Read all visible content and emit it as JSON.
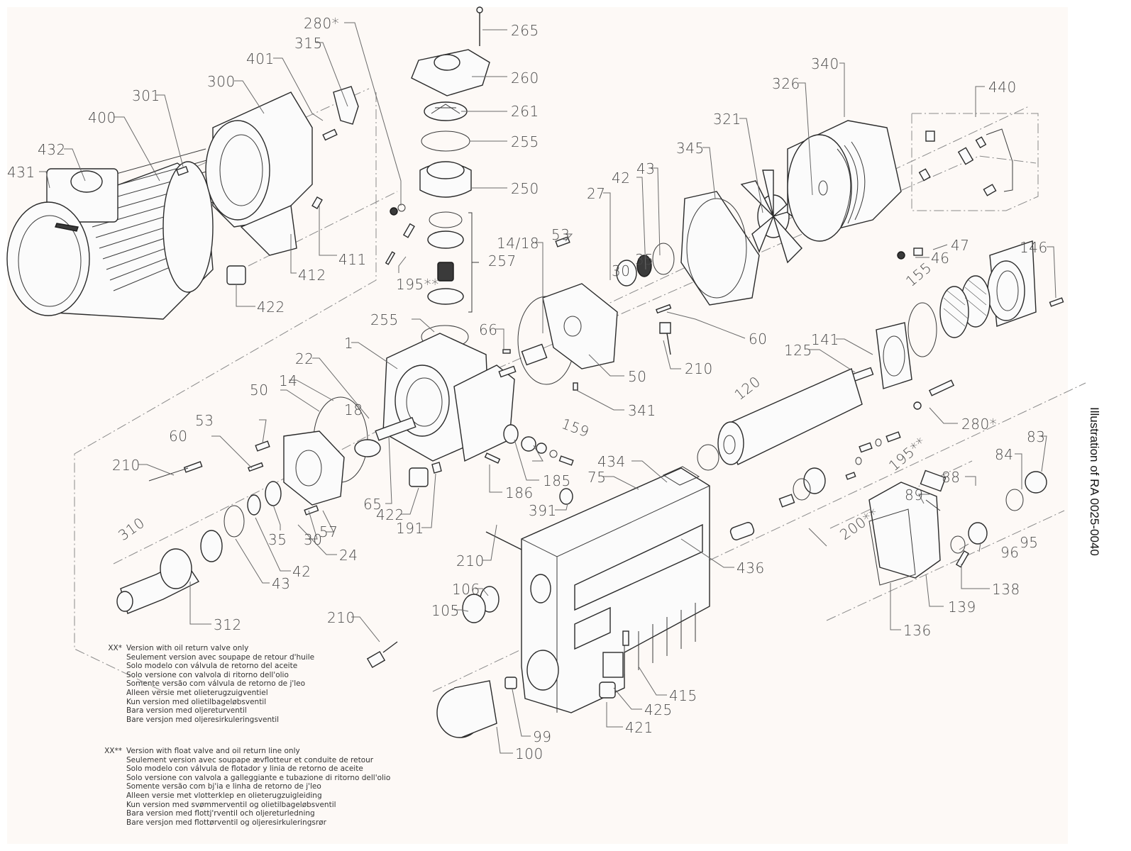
{
  "caption": "Illustration of RA 0025-0040",
  "callouts": [
    {
      "id": "c280a",
      "text": "280*"
    },
    {
      "id": "c265",
      "text": "265"
    },
    {
      "id": "c260",
      "text": "260"
    },
    {
      "id": "c261",
      "text": "261"
    },
    {
      "id": "c255a",
      "text": "255"
    },
    {
      "id": "c250",
      "text": "250"
    },
    {
      "id": "c257",
      "text": "257"
    },
    {
      "id": "c195a",
      "text": "195**"
    },
    {
      "id": "c315",
      "text": "315"
    },
    {
      "id": "c401",
      "text": "401"
    },
    {
      "id": "c300",
      "text": "300"
    },
    {
      "id": "c301",
      "text": "301"
    },
    {
      "id": "c400",
      "text": "400"
    },
    {
      "id": "c432",
      "text": "432"
    },
    {
      "id": "c431",
      "text": "431"
    },
    {
      "id": "c411",
      "text": "411"
    },
    {
      "id": "c412",
      "text": "412"
    },
    {
      "id": "c422a",
      "text": "422"
    },
    {
      "id": "c340",
      "text": "340"
    },
    {
      "id": "c326",
      "text": "326"
    },
    {
      "id": "c440",
      "text": "440"
    },
    {
      "id": "c321",
      "text": "321"
    },
    {
      "id": "c345",
      "text": "345"
    },
    {
      "id": "c43a",
      "text": "43"
    },
    {
      "id": "c42a",
      "text": "42"
    },
    {
      "id": "c27",
      "text": "27"
    },
    {
      "id": "c35a",
      "text": "35"
    },
    {
      "id": "c30a",
      "text": "30"
    },
    {
      "id": "c47",
      "text": "47"
    },
    {
      "id": "c46",
      "text": "46"
    },
    {
      "id": "c146",
      "text": "146"
    },
    {
      "id": "c155",
      "text": "155"
    },
    {
      "id": "c53a",
      "text": "53"
    },
    {
      "id": "c1418",
      "text": "14/18"
    },
    {
      "id": "c60a",
      "text": "60"
    },
    {
      "id": "c210a",
      "text": "210"
    },
    {
      "id": "c50a",
      "text": "50"
    },
    {
      "id": "c341",
      "text": "341"
    },
    {
      "id": "c141",
      "text": "141"
    },
    {
      "id": "c125",
      "text": "125"
    },
    {
      "id": "c120",
      "text": "120"
    },
    {
      "id": "c280b",
      "text": "280*"
    },
    {
      "id": "c255b",
      "text": "255"
    },
    {
      "id": "c66",
      "text": "66"
    },
    {
      "id": "c1",
      "text": "1"
    },
    {
      "id": "c22",
      "text": "22"
    },
    {
      "id": "c14",
      "text": "14"
    },
    {
      "id": "c18",
      "text": "18"
    },
    {
      "id": "c50b",
      "text": "50"
    },
    {
      "id": "c53b",
      "text": "53"
    },
    {
      "id": "c60b",
      "text": "60"
    },
    {
      "id": "c210b",
      "text": "210"
    },
    {
      "id": "c159",
      "text": "159"
    },
    {
      "id": "c185",
      "text": "185"
    },
    {
      "id": "c186",
      "text": "186"
    },
    {
      "id": "c65",
      "text": "65"
    },
    {
      "id": "c422b",
      "text": "422"
    },
    {
      "id": "c191",
      "text": "191"
    },
    {
      "id": "c391",
      "text": "391"
    },
    {
      "id": "c434",
      "text": "434"
    },
    {
      "id": "c75",
      "text": "75"
    },
    {
      "id": "c195b",
      "text": "195**"
    },
    {
      "id": "c83",
      "text": "83"
    },
    {
      "id": "c84",
      "text": "84"
    },
    {
      "id": "c88",
      "text": "88"
    },
    {
      "id": "c89",
      "text": "89"
    },
    {
      "id": "c200",
      "text": "200**"
    },
    {
      "id": "c95",
      "text": "95"
    },
    {
      "id": "c96",
      "text": "96"
    },
    {
      "id": "c138",
      "text": "138"
    },
    {
      "id": "c139",
      "text": "139"
    },
    {
      "id": "c136",
      "text": "136"
    },
    {
      "id": "c436",
      "text": "436"
    },
    {
      "id": "c310",
      "text": "310"
    },
    {
      "id": "c57",
      "text": "57"
    },
    {
      "id": "c30b",
      "text": "30"
    },
    {
      "id": "c35b",
      "text": "35"
    },
    {
      "id": "c24",
      "text": "24"
    },
    {
      "id": "c42b",
      "text": "42"
    },
    {
      "id": "c43b",
      "text": "43"
    },
    {
      "id": "c312",
      "text": "312"
    },
    {
      "id": "c210c",
      "text": "210"
    },
    {
      "id": "c106",
      "text": "106"
    },
    {
      "id": "c105",
      "text": "105"
    },
    {
      "id": "c210d",
      "text": "210"
    },
    {
      "id": "c415",
      "text": "415"
    },
    {
      "id": "c425",
      "text": "425"
    },
    {
      "id": "c421",
      "text": "421"
    },
    {
      "id": "c99",
      "text": "99"
    },
    {
      "id": "c100",
      "text": "100"
    }
  ],
  "notes": [
    {
      "mark": "XX*",
      "lines": [
        "Version with oil return valve only",
        "Seulement version avec soupape de retour d'huile",
        "Solo modelo con válvula de retorno del aceite",
        "Solo versione con valvola di ritorno dell'olio",
        "Somente versão com válvula de retorno de j'leo",
        "Alleen versie met olieterugzuigventiel",
        "Kun version med olietilbageløbsventil",
        "Bara version med oljereturventil",
        "Bare versjon med oljeresirkuleringsventil"
      ]
    },
    {
      "mark": "XX**",
      "lines": [
        "Version with float valve and oil return line only",
        "Seulement version avec soupape ævflotteur et conduite de retour",
        "Solo modelo con válvula de flotador y linia de retorno de aceite",
        "Solo versione con valvola a galleggiante e tubazione di ritorno dell'olio",
        "Somente versão com bj'ia e linha de retorno de j'leo",
        "Alleen versie met vlotterklep en olieterugzuigleiding",
        "Kun version med svømmerventil og olietilbageløbsventil",
        "Bara version med flottj'rventil och oljereturledning",
        "Bare versjon med flottørventil og oljeresirkuleringsrør"
      ]
    }
  ]
}
